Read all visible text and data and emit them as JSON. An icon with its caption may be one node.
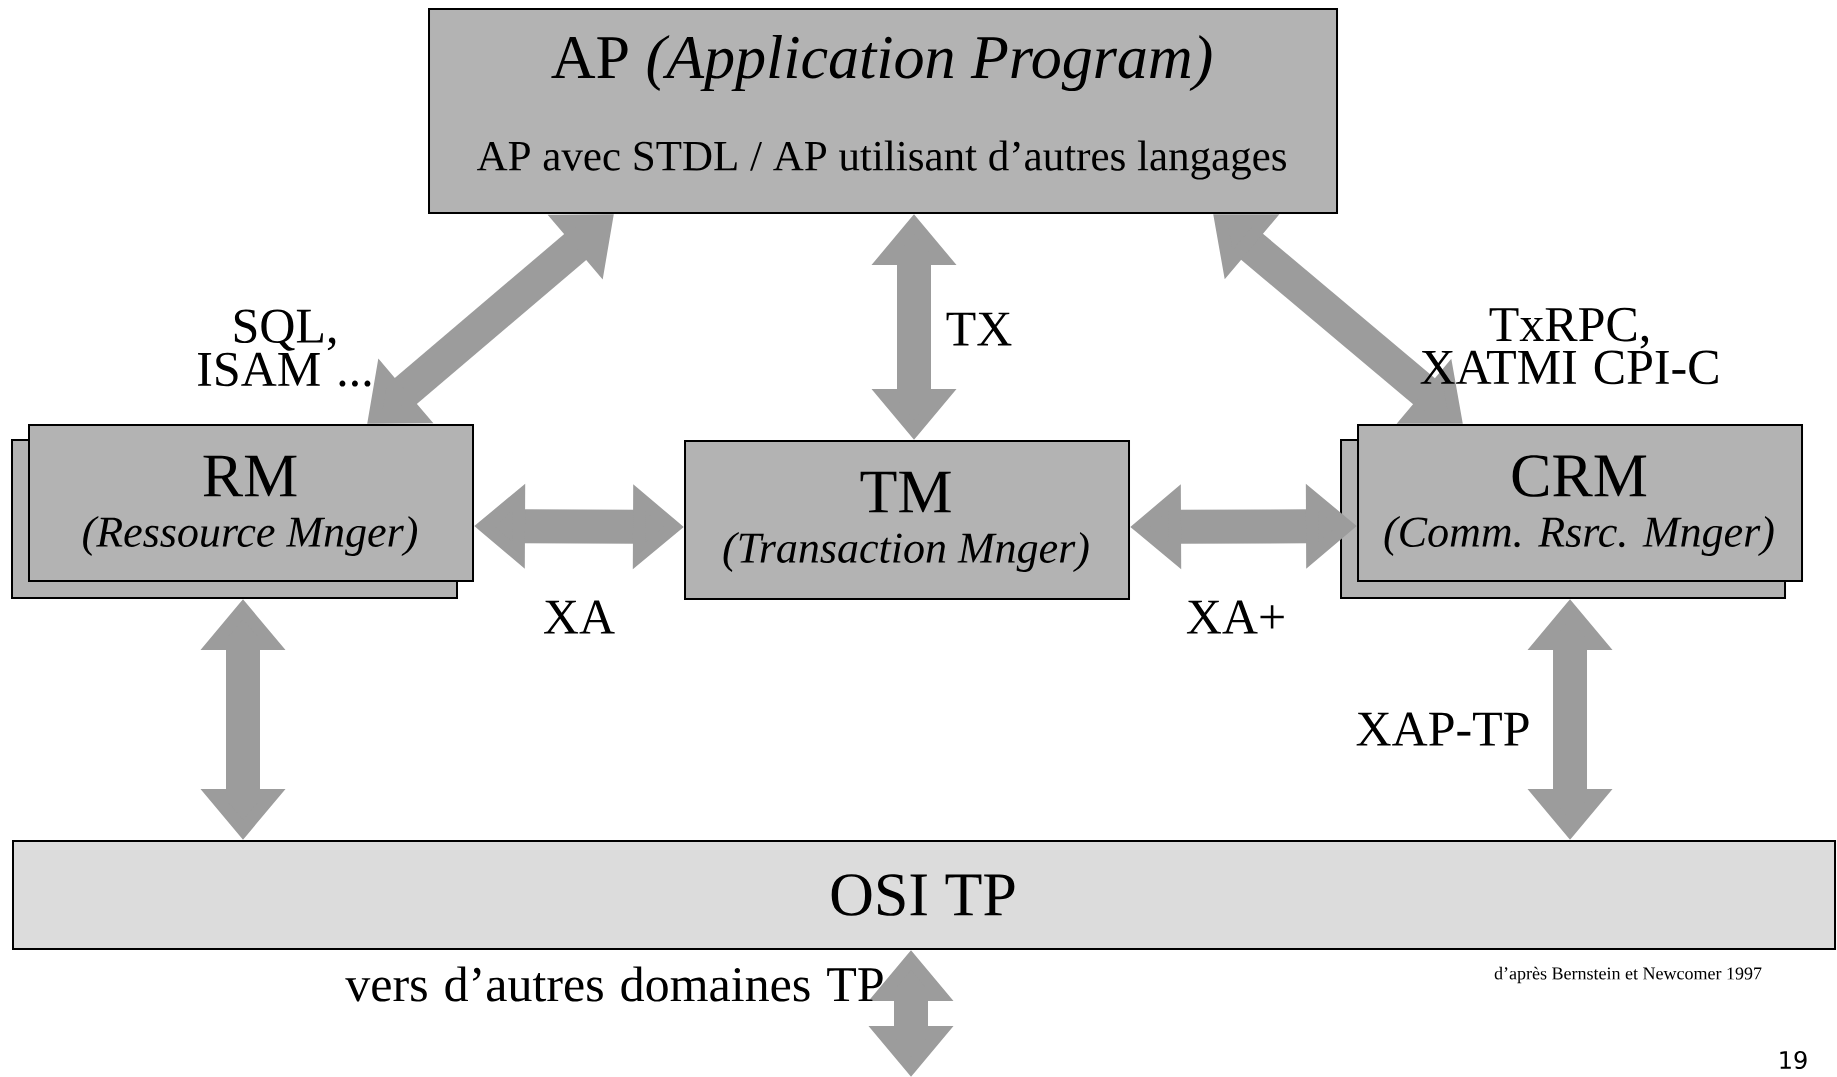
{
  "diagram": {
    "nodes": [
      {
        "text": [
          "AP *(Application Program)*",
          "AP avec STDL / AP utilisant d’autres langages"
        ]
      },
      {
        "text": [
          "RM",
          "(Ressource Mnger)"
        ]
      },
      {
        "text": [
          "TM",
          "(Transaction Mnger)"
        ]
      },
      {
        "text": [
          "CRM",
          "(Comm. Rsrc.  Mnger)"
        ]
      },
      {
        "text": [
          "OSI TP"
        ]
      }
    ],
    "edges": [
      {
        "from": 0,
        "to": 1,
        "arrow": "both",
        "label": "SQL, ISAM ..."
      },
      {
        "from": 0,
        "to": 2,
        "arrow": "both",
        "label": "TX"
      },
      {
        "from": 0,
        "to": 3,
        "arrow": "both",
        "label": "TxRPC, XATMI CPI-C"
      },
      {
        "from": 1,
        "to": 2,
        "arrow": "both",
        "label": "XA"
      },
      {
        "from": 2,
        "to": 3,
        "arrow": "both",
        "label": "XA+"
      },
      {
        "from": 1,
        "to": 4,
        "arrow": "both"
      },
      {
        "from": 3,
        "to": 4,
        "arrow": "both",
        "label": "XAP-TP"
      },
      {
        "from": 4,
        "to": null,
        "arrow": "both",
        "label": "vers d’autres domaines TP"
      }
    ],
    "labels": [
      "d’après Bernstein et Newcomer 1997",
      "19"
    ]
  }
}
